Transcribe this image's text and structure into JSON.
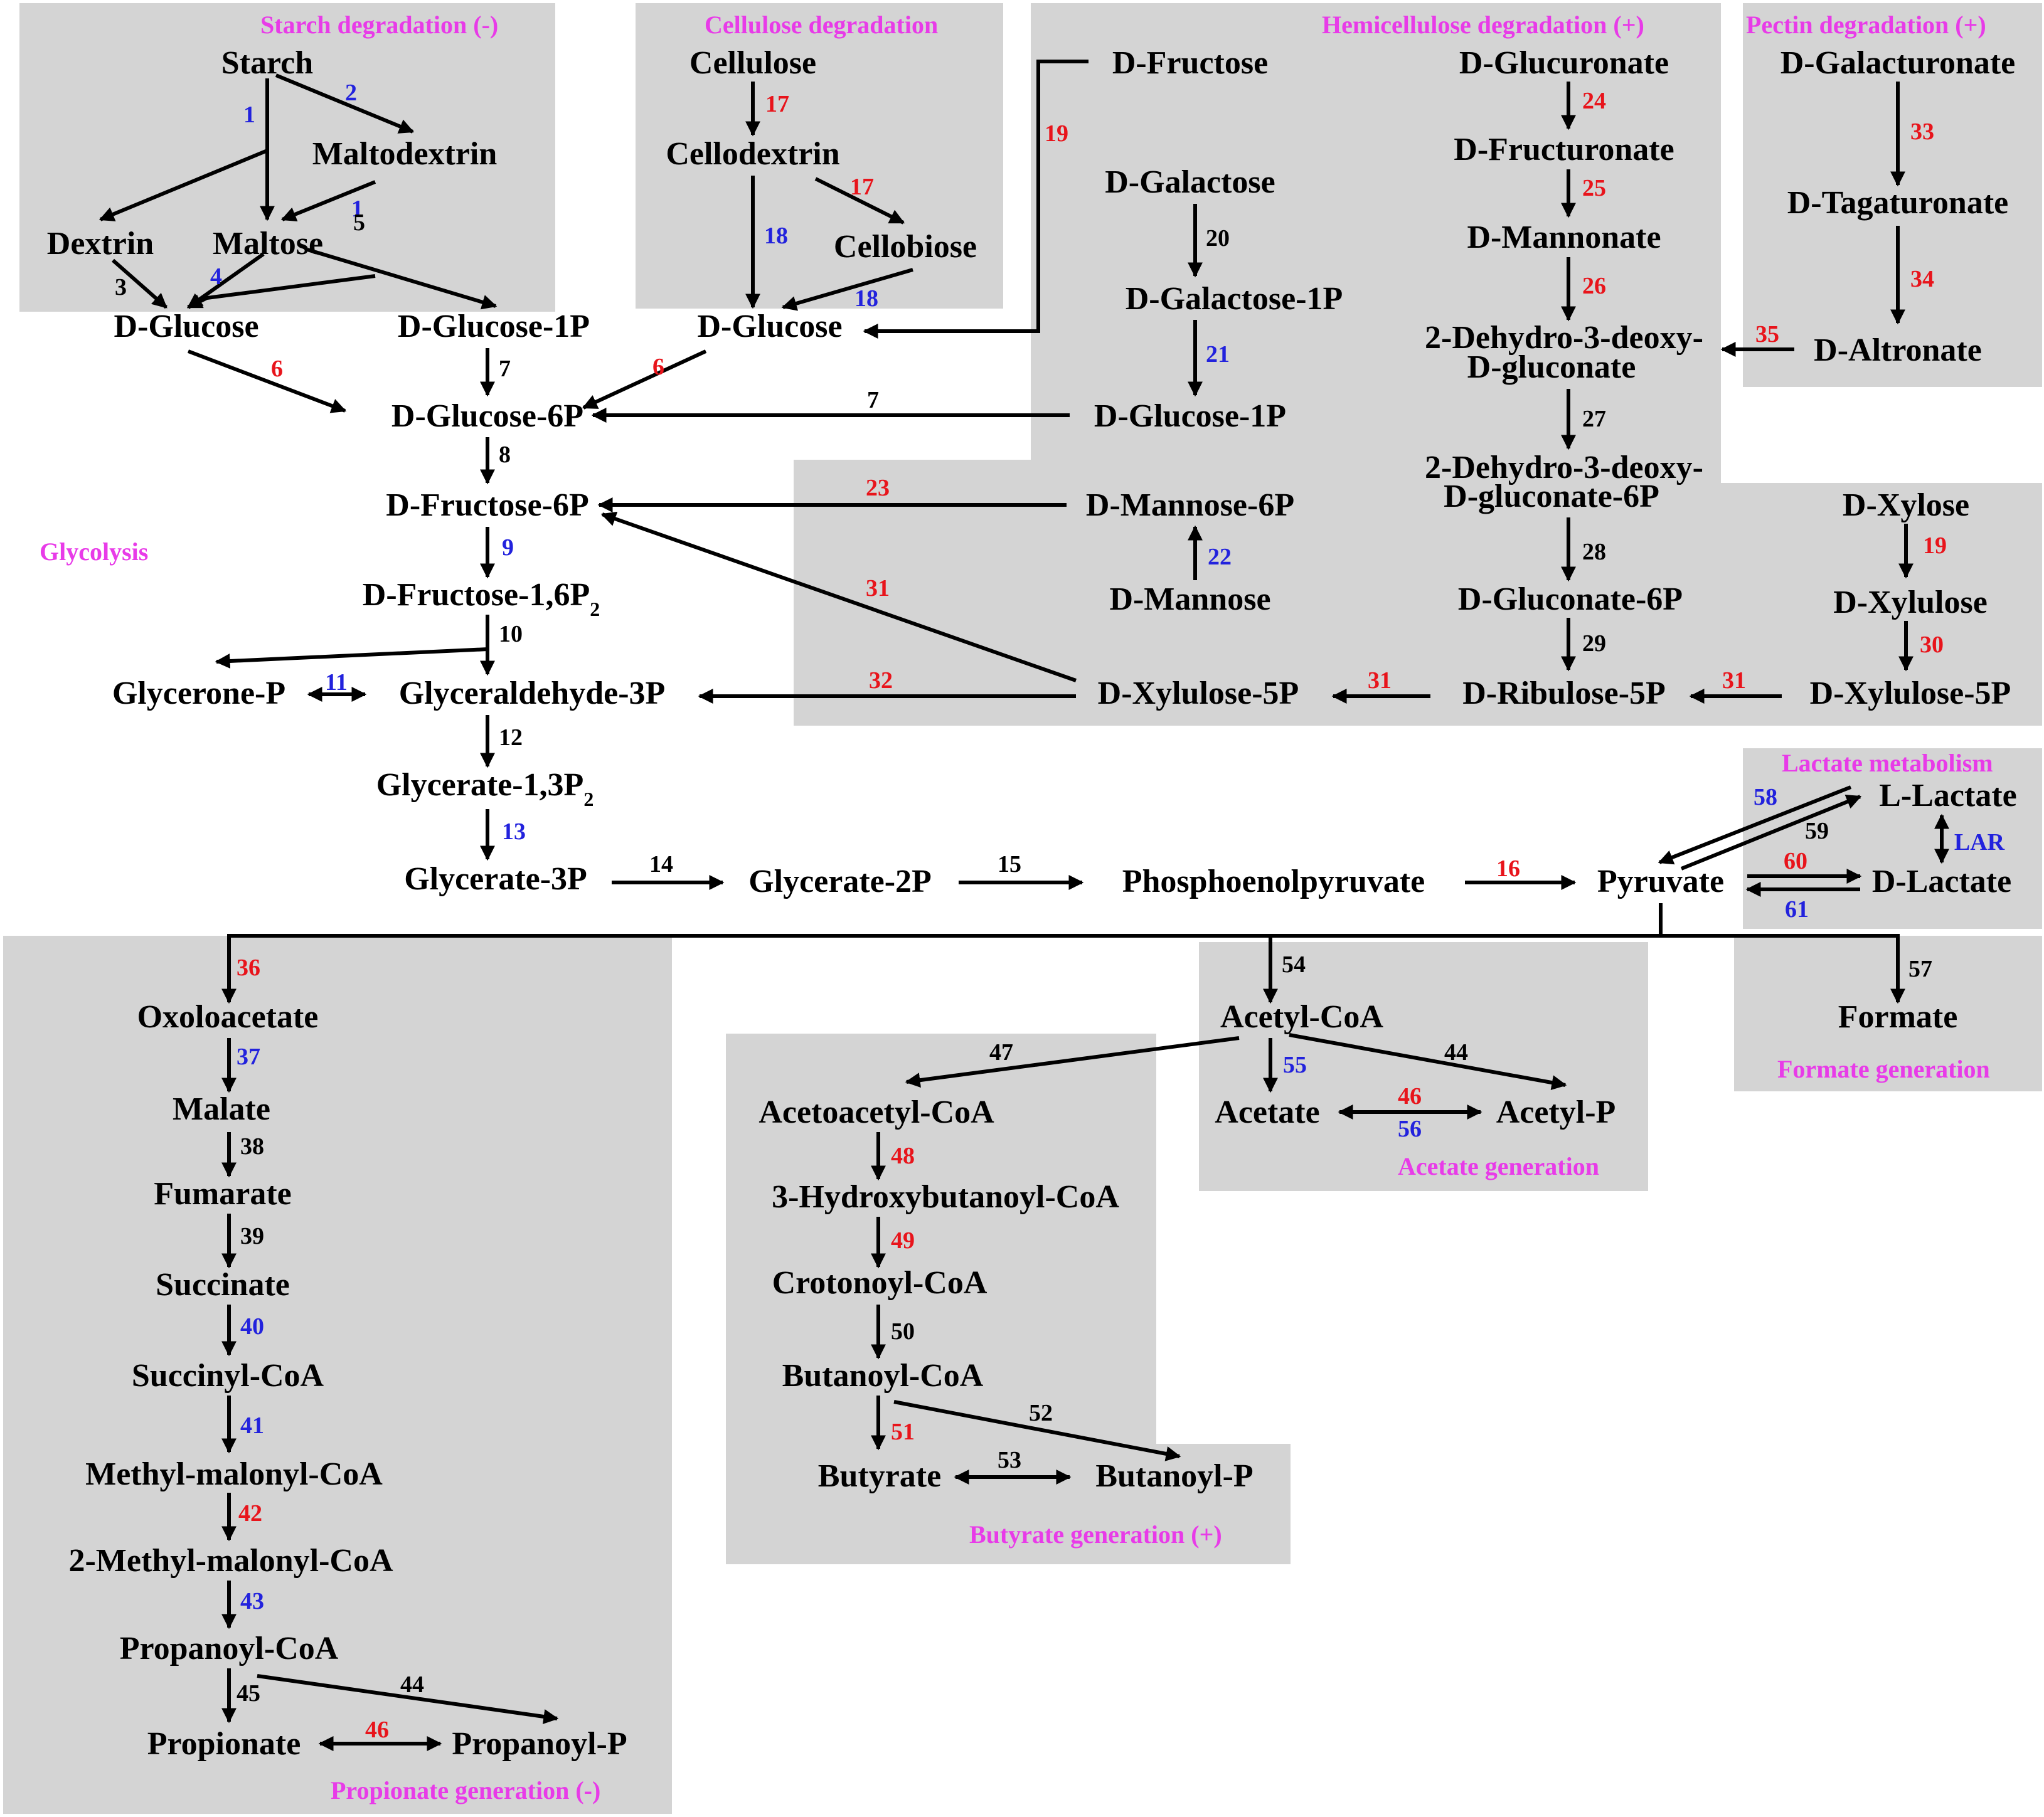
{
  "colors": {
    "panel": "#d4d4d4",
    "section_label": "#e83be8",
    "red_number": "#e8141b",
    "blue_number": "#2222dd",
    "black_number": "#000000"
  },
  "sections": {
    "starch": "Starch degradation (-)",
    "cellulose": "Cellulose degradation",
    "hemicellulose": "Hemicellulose degradation (+)",
    "pectin": "Pectin degradation (+)",
    "glycolysis": "Glycolysis",
    "lactate": "Lactate metabolism",
    "formate": "Formate generation",
    "acetate": "Acetate generation",
    "butyrate": "Butyrate generation (+)",
    "propionate": "Propionate generation (-)"
  },
  "nodes": {
    "starch": "Starch",
    "maltodextrin": "Maltodextrin",
    "dextrin": "Dextrin",
    "maltose": "Maltose",
    "glucose_left": "D-Glucose",
    "glucose1p_left": "D-Glucose-1P",
    "cellulose": "Cellulose",
    "cellodextrin": "Cellodextrin",
    "cellobiose": "Cellobiose",
    "glucose_mid": "D-Glucose",
    "fructose": "D-Fructose",
    "galactose": "D-Galactose",
    "galactose1p": "D-Galactose-1P",
    "glucose1p_right": "D-Glucose-1P",
    "glucose6p": "D-Glucose-6P",
    "fructose6p": "D-Fructose-6P",
    "fructose16p2": "D-Fructose-1,6P",
    "fructose16p2_sub": "2",
    "glycerone_p": "Glycerone-P",
    "glyceraldehyde3p": "Glyceraldehyde-3P",
    "glycerate13p2": "Glycerate-1,3P",
    "glycerate13p2_sub": "2",
    "glycerate3p": "Glycerate-3P",
    "glycerate2p": "Glycerate-2P",
    "pep": "Phosphoenolpyruvate",
    "pyruvate": "Pyruvate",
    "mannose6p": "D-Mannose-6P",
    "mannose": "D-Mannose",
    "xylulose5p_mid": "D-Xylulose-5P",
    "glucuronate": "D-Glucuronate",
    "fructuronate": "D-Fructuronate",
    "mannonate": "D-Mannonate",
    "kdg_1": "2-Dehydro-3-deoxy-",
    "kdg_2": "D-gluconate",
    "kdg6p_1": "2-Dehydro-3-deoxy-",
    "kdg6p_2": "D-gluconate-6P",
    "gluconate6p": "D-Gluconate-6P",
    "ribulose5p": "D-Ribulose-5P",
    "galacturonate": "D-Galacturonate",
    "tagaturonate": "D-Tagaturonate",
    "altronate": "D-Altronate",
    "xylose": "D-Xylose",
    "xylulose": "D-Xylulose",
    "xylulose5p_right": "D-Xylulose-5P",
    "l_lactate": "L-Lactate",
    "d_lactate": "D-Lactate",
    "lar": "LAR",
    "formate": "Formate",
    "acetyl_coa": "Acetyl-CoA",
    "acetate": "Acetate",
    "acetyl_p": "Acetyl-P",
    "acetoacetyl_coa": "Acetoacetyl-CoA",
    "hydroxybutanoyl_coa": "3-Hydroxybutanoyl-CoA",
    "crotonoyl_coa": "Crotonoyl-CoA",
    "butanoyl_coa": "Butanoyl-CoA",
    "butyrate": "Butyrate",
    "butanoyl_p": "Butanoyl-P",
    "oxaloacetate": "Oxoloacetate",
    "malate": "Malate",
    "fumarate": "Fumarate",
    "succinate": "Succinate",
    "succinyl_coa": "Succinyl-CoA",
    "methylmalonyl_coa": "Methyl-malonyl-CoA",
    "methylmalonyl2_coa": "2-Methyl-malonyl-CoA",
    "propanoyl_coa": "Propanoyl-CoA",
    "propionate": "Propionate",
    "propanoyl_p": "Propanoyl-P"
  },
  "reaction_numbers": [
    {
      "label": "1",
      "color": "blue"
    },
    {
      "label": "2",
      "color": "blue"
    },
    {
      "label": "1",
      "color": "blue"
    },
    {
      "label": "5",
      "color": "black"
    },
    {
      "label": "3",
      "color": "black"
    },
    {
      "label": "4",
      "color": "blue"
    },
    {
      "label": "6",
      "color": "red"
    },
    {
      "label": "7",
      "color": "black"
    },
    {
      "label": "17",
      "color": "red"
    },
    {
      "label": "17",
      "color": "red"
    },
    {
      "label": "18",
      "color": "blue"
    },
    {
      "label": "18",
      "color": "blue"
    },
    {
      "label": "6",
      "color": "red"
    },
    {
      "label": "19",
      "color": "red"
    },
    {
      "label": "20",
      "color": "black"
    },
    {
      "label": "21",
      "color": "blue"
    },
    {
      "label": "7",
      "color": "black"
    },
    {
      "label": "8",
      "color": "black"
    },
    {
      "label": "23",
      "color": "red"
    },
    {
      "label": "22",
      "color": "blue"
    },
    {
      "label": "9",
      "color": "blue"
    },
    {
      "label": "31",
      "color": "red"
    },
    {
      "label": "10",
      "color": "black"
    },
    {
      "label": "11",
      "color": "blue"
    },
    {
      "label": "32",
      "color": "red"
    },
    {
      "label": "31",
      "color": "red"
    },
    {
      "label": "31",
      "color": "red"
    },
    {
      "label": "12",
      "color": "black"
    },
    {
      "label": "13",
      "color": "blue"
    },
    {
      "label": "14",
      "color": "black"
    },
    {
      "label": "15",
      "color": "black"
    },
    {
      "label": "16",
      "color": "red"
    },
    {
      "label": "24",
      "color": "red"
    },
    {
      "label": "25",
      "color": "red"
    },
    {
      "label": "26",
      "color": "red"
    },
    {
      "label": "27",
      "color": "black"
    },
    {
      "label": "28",
      "color": "black"
    },
    {
      "label": "29",
      "color": "black"
    },
    {
      "label": "33",
      "color": "red"
    },
    {
      "label": "34",
      "color": "red"
    },
    {
      "label": "35",
      "color": "red"
    },
    {
      "label": "19",
      "color": "red"
    },
    {
      "label": "30",
      "color": "red"
    },
    {
      "label": "58",
      "color": "blue"
    },
    {
      "label": "59",
      "color": "black"
    },
    {
      "label": "60",
      "color": "red"
    },
    {
      "label": "61",
      "color": "blue"
    },
    {
      "label": "36",
      "color": "red"
    },
    {
      "label": "54",
      "color": "black"
    },
    {
      "label": "57",
      "color": "black"
    },
    {
      "label": "47",
      "color": "black"
    },
    {
      "label": "44",
      "color": "black"
    },
    {
      "label": "55",
      "color": "blue"
    },
    {
      "label": "46",
      "color": "red"
    },
    {
      "label": "56",
      "color": "blue"
    },
    {
      "label": "48",
      "color": "red"
    },
    {
      "label": "49",
      "color": "red"
    },
    {
      "label": "50",
      "color": "black"
    },
    {
      "label": "51",
      "color": "red"
    },
    {
      "label": "52",
      "color": "black"
    },
    {
      "label": "53",
      "color": "black"
    },
    {
      "label": "37",
      "color": "blue"
    },
    {
      "label": "38",
      "color": "black"
    },
    {
      "label": "39",
      "color": "black"
    },
    {
      "label": "40",
      "color": "blue"
    },
    {
      "label": "41",
      "color": "blue"
    },
    {
      "label": "42",
      "color": "red"
    },
    {
      "label": "43",
      "color": "blue"
    },
    {
      "label": "45",
      "color": "black"
    },
    {
      "label": "44",
      "color": "black"
    },
    {
      "label": "46",
      "color": "red"
    }
  ]
}
